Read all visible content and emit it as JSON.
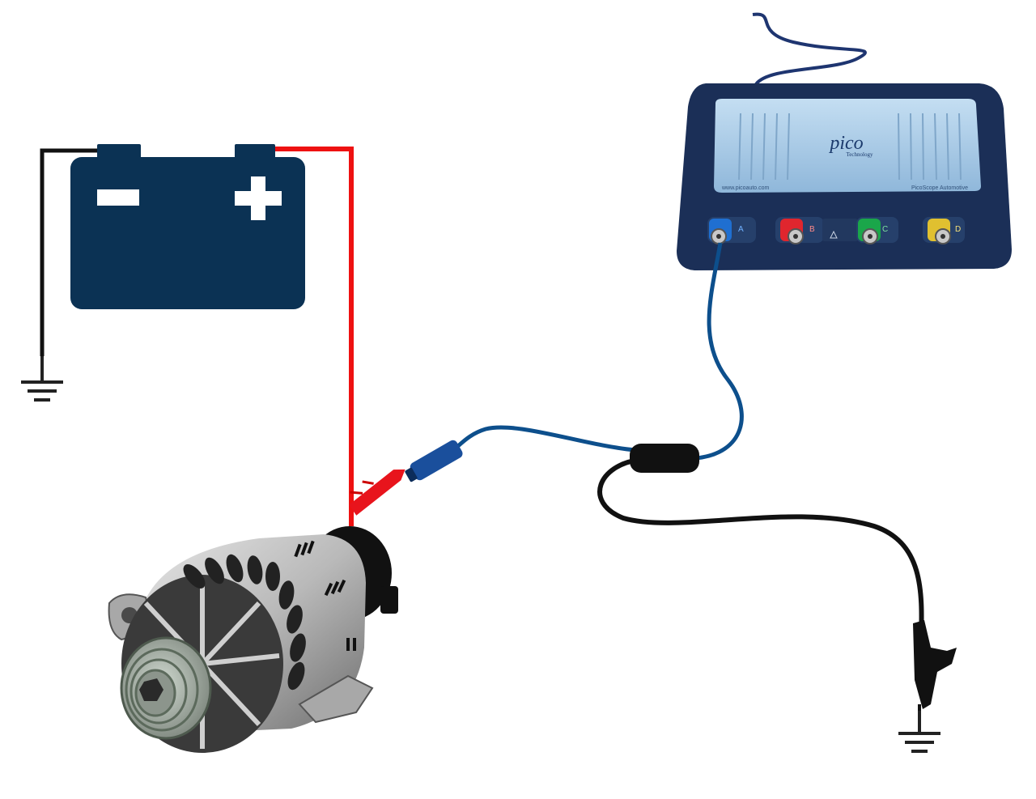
{
  "scope": {
    "brand": "pico",
    "brand_sub": "Technology",
    "url": "www.picoauto.com",
    "model": "PicoScope Automotive",
    "channels": [
      {
        "label": "A",
        "color": "#1f6fd1"
      },
      {
        "label": "B",
        "color": "#e0262e"
      },
      {
        "label": "C",
        "color": "#1aa64a"
      },
      {
        "label": "D",
        "color": "#e0c030"
      }
    ]
  },
  "colors": {
    "battery": "#0b3254",
    "positive_lead": "#ee1111",
    "negative_lead": "#111111",
    "probe_lead": "#0d4f8c",
    "scope_body": "#1b2f57",
    "scope_panel": "#a9cbe6"
  },
  "icons": [
    "battery-icon",
    "ground-symbol-icon",
    "alternator-icon",
    "oscilloscope-icon",
    "crocodile-clip-icon"
  ]
}
